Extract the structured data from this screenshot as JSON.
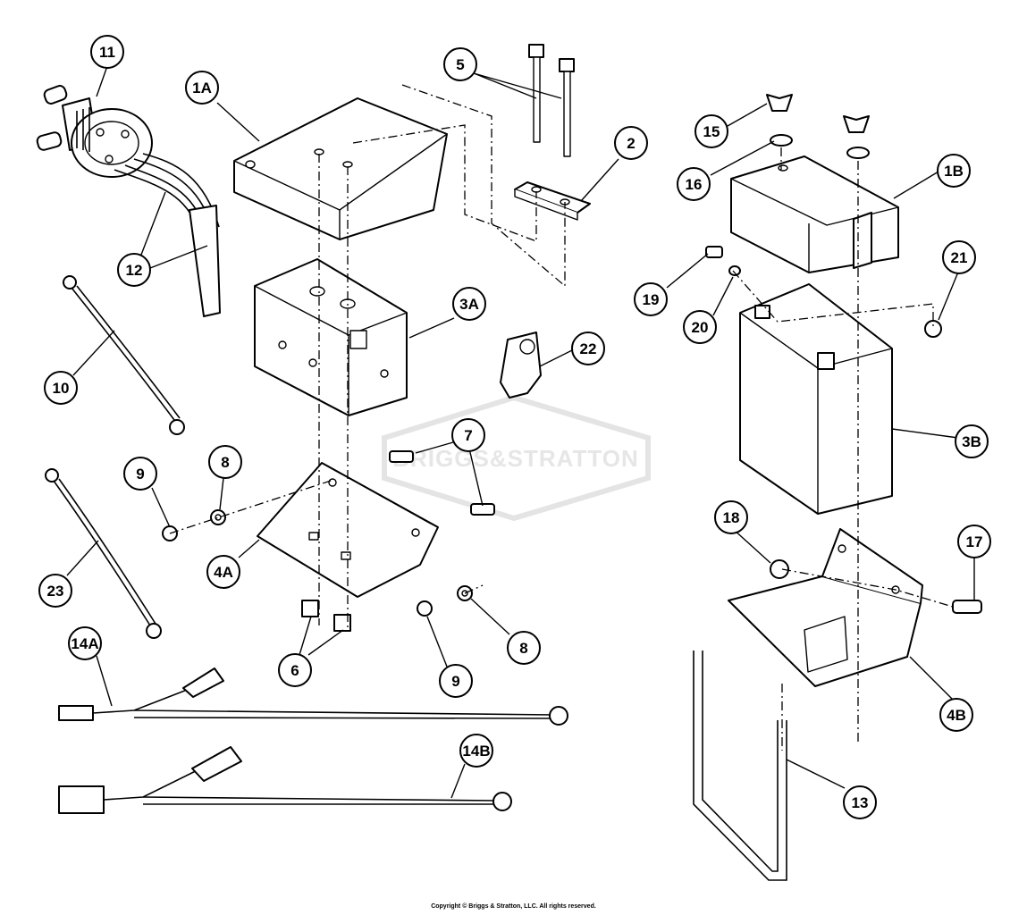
{
  "watermark_text": "BRIGGS&STRATTON",
  "copyright": "Copyright © Briggs & Stratton, LLC. All rights reserved.",
  "callouts": [
    "11",
    "1A",
    "5",
    "2",
    "12",
    "10",
    "3A",
    "22",
    "9",
    "8",
    "7",
    "23",
    "4A",
    "6",
    "14A",
    "9",
    "8",
    "14B",
    "15",
    "16",
    "1B",
    "19",
    "20",
    "21",
    "3B",
    "18",
    "17",
    "4B",
    "13"
  ]
}
